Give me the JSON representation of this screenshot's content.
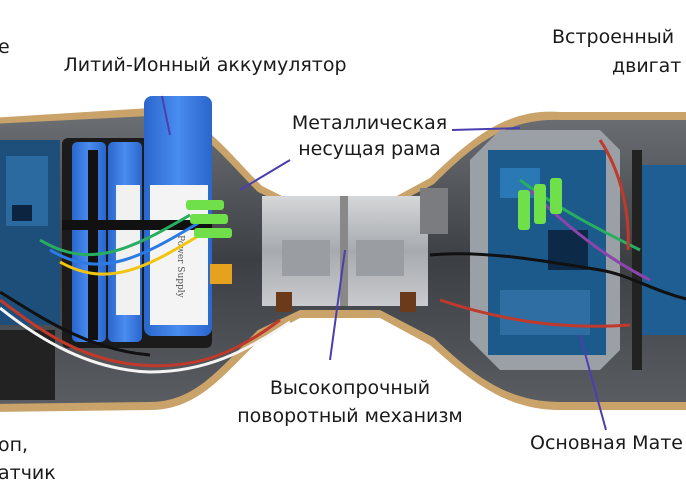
{
  "labels": {
    "top_left_fragment": "е",
    "battery": "Литий-Ионный аккумулятор",
    "frame_line1": "Металлическая",
    "frame_line2": "несущая рама",
    "motor_line1": "Встроенный",
    "motor_line2": "двигат",
    "pivot_line1": "Высокопрочный",
    "pivot_line2": "поворотный механизм",
    "bottom_left_line1": "оп,",
    "bottom_left_line2": "атчик",
    "mainboard": "Основная Мате"
  },
  "colors": {
    "callout_line": "#4a3fb0",
    "battery_blue": "#2f6fd6",
    "pcb_blue": "#1d5a8c",
    "green_connector": "#6fe04a"
  },
  "battery_cell_text": "Power Supply"
}
